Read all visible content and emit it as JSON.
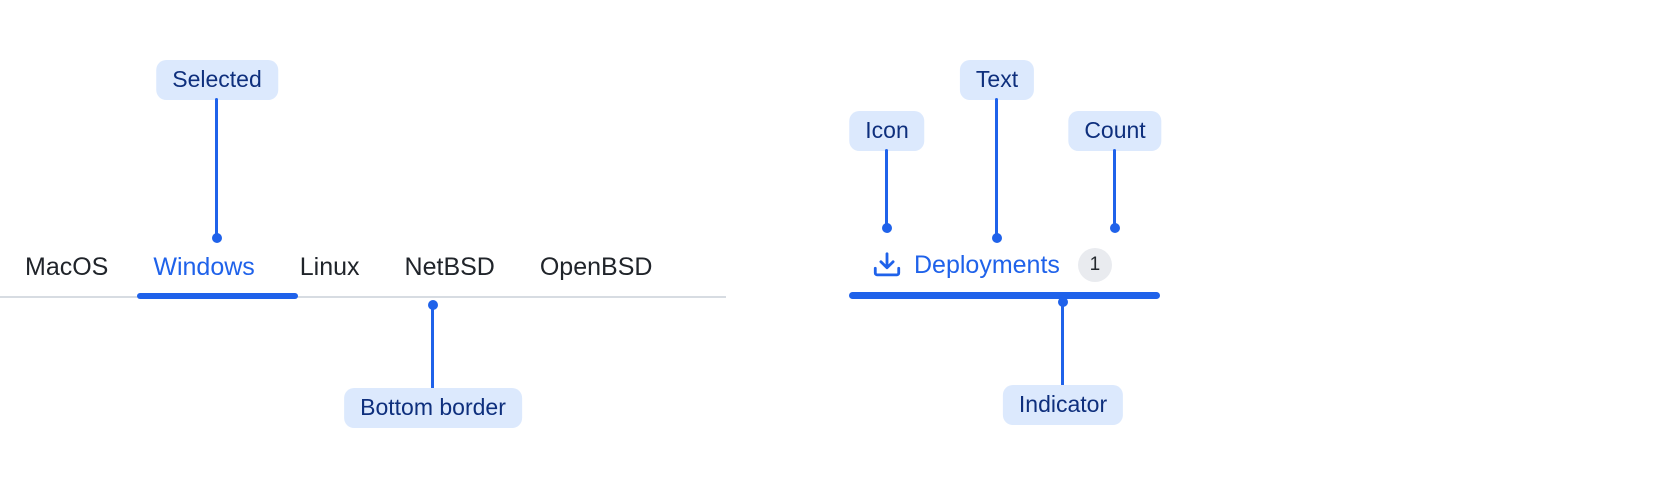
{
  "annotations": {
    "selected": "Selected",
    "bottom_border": "Bottom border",
    "icon": "Icon",
    "text": "Text",
    "count": "Count",
    "indicator": "Indicator"
  },
  "os_tabs": {
    "items": [
      {
        "label": "MacOS",
        "selected": false
      },
      {
        "label": "Windows",
        "selected": true
      },
      {
        "label": "Linux",
        "selected": false
      },
      {
        "label": "NetBSD",
        "selected": false
      },
      {
        "label": "OpenBSD",
        "selected": false
      }
    ]
  },
  "example_tab": {
    "icon": "download-icon",
    "label": "Deployments",
    "count": "1"
  },
  "colors": {
    "accent": "#1f62ea",
    "pill_bg": "#dce9fd",
    "pill_text": "#0e2f7d",
    "tab_text": "#20242a",
    "tabbar_border": "#d7dce2",
    "badge_bg": "#e9ebef",
    "badge_text": "#24292e",
    "background": "#ffffff"
  }
}
